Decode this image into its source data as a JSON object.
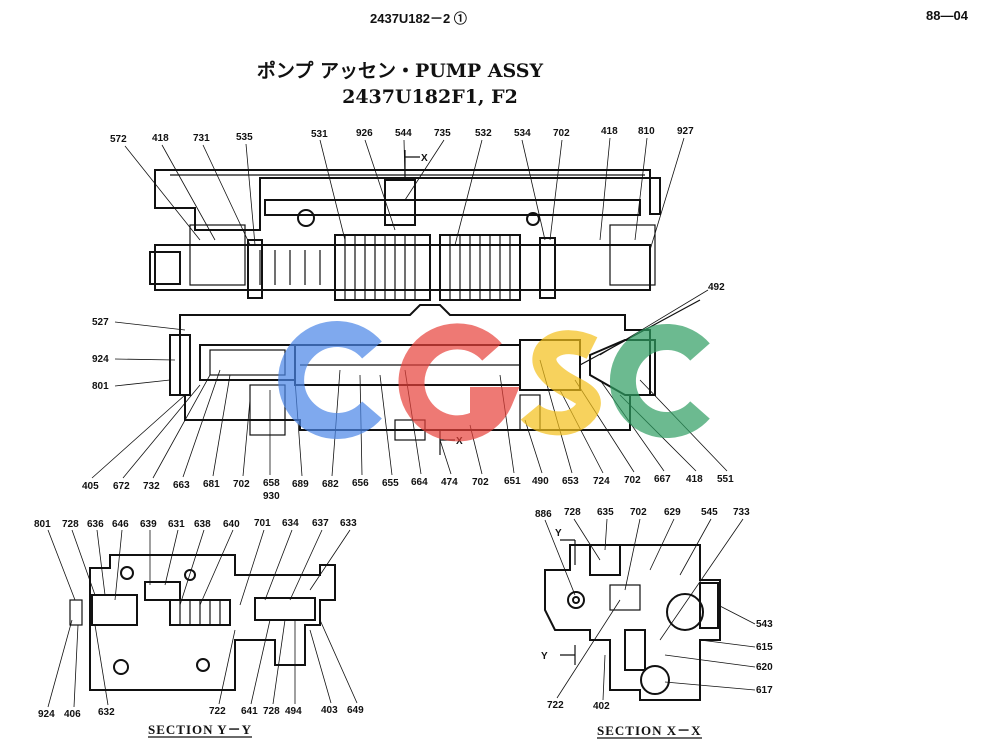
{
  "header": {
    "doc_code": "2437U182－2 ①",
    "page": "88—04"
  },
  "title": {
    "jp": "ポンプ アッセン・PUMP ASSY",
    "part": "2437U182F1, F2"
  },
  "main_labels_top": [
    "572",
    "418",
    "731",
    "535",
    "531",
    "926",
    "544",
    "735",
    "532",
    "534",
    "702",
    "418",
    "810",
    "927"
  ],
  "main_labels_left": [
    "527",
    "924",
    "801"
  ],
  "main_labels_right": [
    "492"
  ],
  "main_labels_bottom": [
    "405",
    "672",
    "732",
    "663",
    "681",
    "702",
    "658",
    "930",
    "689",
    "682",
    "656",
    "655",
    "664",
    "474",
    "702",
    "651",
    "490",
    "653",
    "724",
    "702",
    "667",
    "418",
    "551"
  ],
  "section_y": {
    "title": "SECTION Y－Y",
    "labels_top": [
      "801",
      "728",
      "636",
      "646",
      "639",
      "631",
      "638",
      "640",
      "701",
      "634",
      "637",
      "633"
    ],
    "labels_bottom": [
      "924",
      "406",
      "632",
      "722",
      "641",
      "728",
      "494",
      "403",
      "649"
    ]
  },
  "section_x": {
    "title": "SECTION X－X",
    "labels_top": [
      "886",
      "728",
      "635",
      "702",
      "629",
      "545",
      "733"
    ],
    "labels_right": [
      "543",
      "615",
      "620",
      "617"
    ],
    "labels_bottom": [
      "722",
      "402"
    ]
  },
  "markers": {
    "x": "X",
    "y": "Y"
  },
  "watermark": {
    "text": "CGSC",
    "colors": [
      "#4a86e8",
      "#e8413a",
      "#f4c01a",
      "#2e9e62"
    ]
  }
}
